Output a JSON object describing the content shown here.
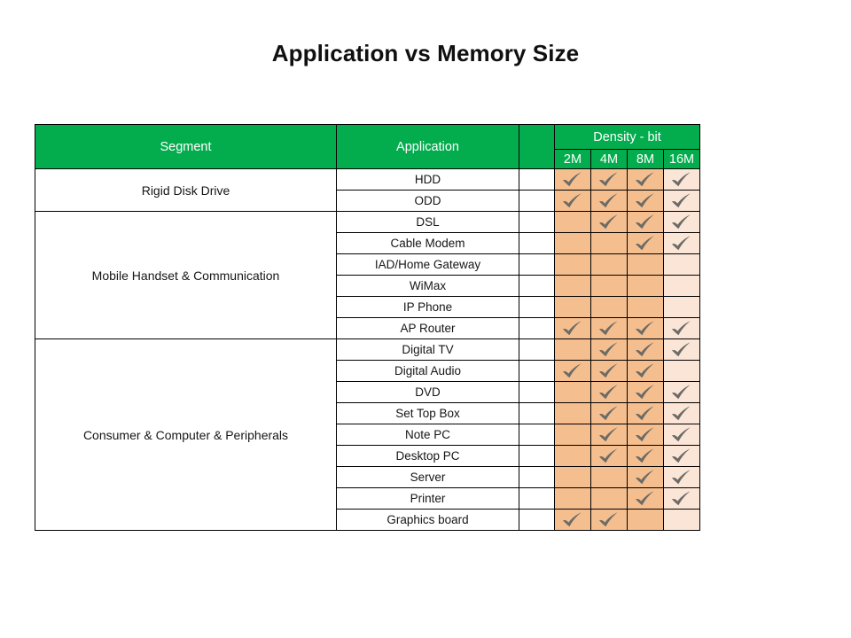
{
  "slide": {
    "title": "Application vs Memory Size"
  },
  "colors": {
    "header_green": "#03AD4E",
    "header_text": "#FFFFFF",
    "cell_shade_dark": "#F5BE8F",
    "cell_shade_light": "#FBE5D6",
    "check_mark": "#6B6B66",
    "border": "#000000",
    "page_background": "#FFFFFF"
  },
  "table": {
    "headers": {
      "segment": "Segment",
      "application": "Application",
      "density_group": "Density - bit",
      "density_columns": [
        "2M",
        "4M",
        "8M",
        "16M"
      ]
    },
    "column_shades": [
      "dark",
      "dark",
      "dark",
      "light"
    ],
    "check_icon_name": "check-mark-icon",
    "segments": [
      {
        "name": "Rigid Disk Drive",
        "rows": [
          {
            "application": "HDD",
            "checks": [
              true,
              true,
              true,
              true
            ]
          },
          {
            "application": "ODD",
            "checks": [
              true,
              true,
              true,
              true
            ]
          }
        ]
      },
      {
        "name": "Mobile Handset & Communication",
        "rows": [
          {
            "application": "DSL",
            "checks": [
              false,
              true,
              true,
              true
            ]
          },
          {
            "application": "Cable Modem",
            "checks": [
              false,
              false,
              true,
              true
            ]
          },
          {
            "application": "IAD/Home Gateway",
            "checks": [
              false,
              false,
              false,
              false
            ]
          },
          {
            "application": "WiMax",
            "checks": [
              false,
              false,
              false,
              false
            ]
          },
          {
            "application": "IP Phone",
            "checks": [
              false,
              false,
              false,
              false
            ]
          },
          {
            "application": "AP Router",
            "checks": [
              true,
              true,
              true,
              true
            ]
          }
        ]
      },
      {
        "name": "Consumer & Computer & Peripherals",
        "rows": [
          {
            "application": "Digital TV",
            "checks": [
              false,
              true,
              true,
              true
            ]
          },
          {
            "application": "Digital Audio",
            "checks": [
              true,
              true,
              true,
              false
            ]
          },
          {
            "application": "DVD",
            "checks": [
              false,
              true,
              true,
              true
            ]
          },
          {
            "application": "Set Top Box",
            "checks": [
              false,
              true,
              true,
              true
            ]
          },
          {
            "application": "Note PC",
            "checks": [
              false,
              true,
              true,
              true
            ]
          },
          {
            "application": "Desktop PC",
            "checks": [
              false,
              true,
              true,
              true
            ]
          },
          {
            "application": "Server",
            "checks": [
              false,
              false,
              true,
              true
            ]
          },
          {
            "application": "Printer",
            "checks": [
              false,
              false,
              true,
              true
            ]
          },
          {
            "application": "Graphics board",
            "checks": [
              true,
              true,
              false,
              false
            ]
          }
        ]
      }
    ]
  }
}
